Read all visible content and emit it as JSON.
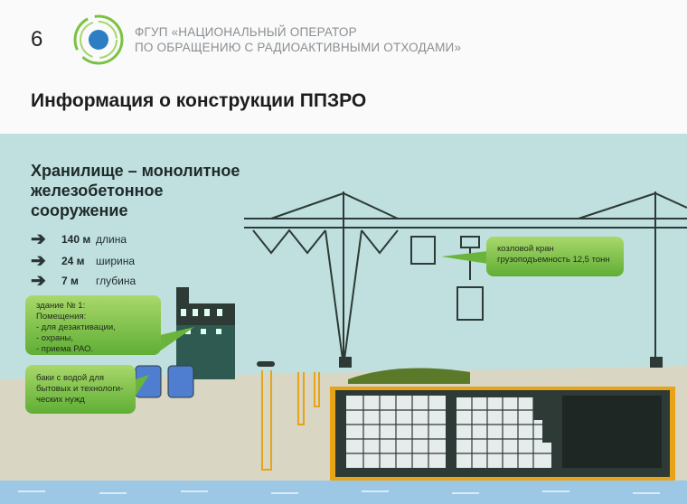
{
  "page_number": "6",
  "header": {
    "org_line1": "ФГУП «НАЦИОНАЛЬНЫЙ ОПЕРАТОР",
    "org_line2": "ПО ОБРАЩЕНИЮ С РАДИОАКТИВНЫМИ ОТХОДАМИ»",
    "logo": "logo-rings-icon"
  },
  "title": "Информация о конструкции ППЗРО",
  "storage": {
    "heading_lines": [
      "Хранилище – монолитное",
      "железобетонное",
      "сооружение"
    ],
    "dimensions": [
      {
        "value": "140 м",
        "label": "длина"
      },
      {
        "value": "24 м",
        "label": "ширина"
      },
      {
        "value": "7 м",
        "label": "глубина"
      }
    ]
  },
  "callouts": {
    "building": [
      "здание № 1:",
      "Помещения:",
      "- для дезактивации,",
      "- охраны,",
      "- приема РАО."
    ],
    "tanks": [
      "баки с водой для",
      "бытовых и технологи-",
      "ческих нужд"
    ],
    "crane": [
      "козловой кран",
      "грузоподъемность 12,5 тонн"
    ]
  },
  "colors": {
    "sky": "#bfe0df",
    "ground": "#d9d6c4",
    "water": "#9cc8e6",
    "accent": "#6ab43c",
    "pit_border": "#e8a317"
  }
}
